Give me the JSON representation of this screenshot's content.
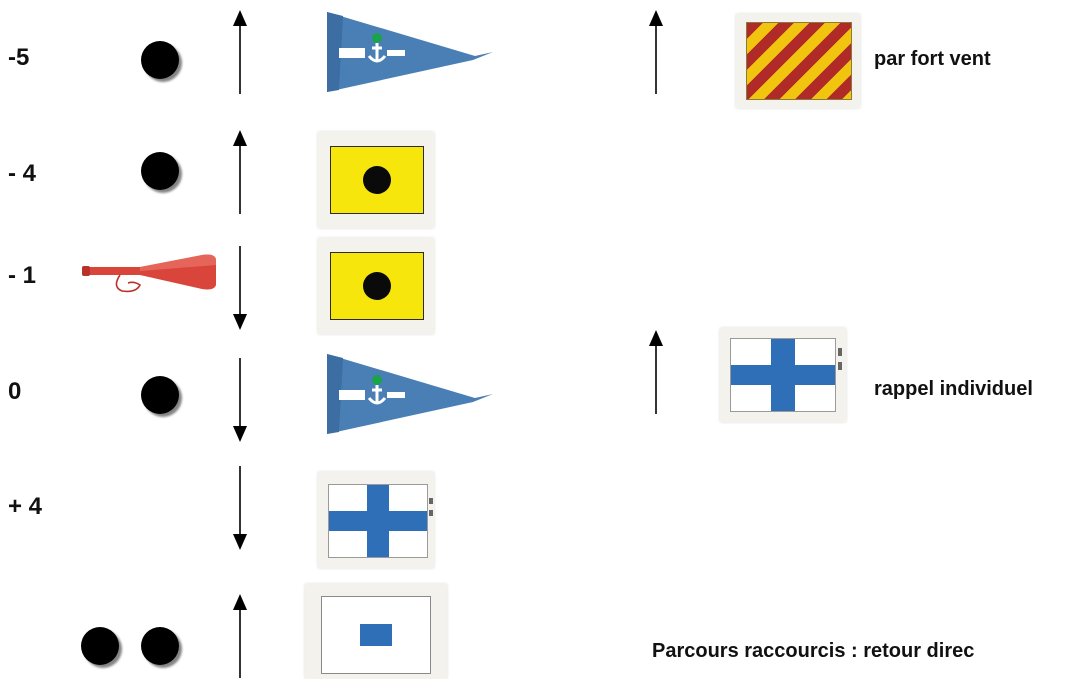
{
  "times": [
    "-5",
    "- 4",
    "- 1",
    "0",
    "+ 4"
  ],
  "captions": {
    "strong_wind": "par fort vent",
    "individual_recall": "rappel individuel",
    "shortened_course": "Parcours raccourcis : retour direc"
  },
  "signals": [
    {
      "time": "-5",
      "sound": "dot",
      "arrow": "up",
      "flag": "club-pennant"
    },
    {
      "time": "- 4",
      "sound": "dot",
      "arrow": "up",
      "flag": "flag-i"
    },
    {
      "time": "- 1",
      "sound": "horn",
      "arrow": "down",
      "flag": "flag-i"
    },
    {
      "time": "0",
      "sound": "dot",
      "arrow": "down",
      "flag": "club-pennant"
    },
    {
      "time": "+ 4",
      "sound": "none",
      "arrow": "down",
      "flag": "flag-x"
    },
    {
      "time": "",
      "sound": "two-dots",
      "arrow": "up",
      "flag": "flag-s"
    }
  ],
  "colors": {
    "flag_yellow": "#f6e60c",
    "flag_blue": "#2f6fb8",
    "pennant_blue": "#4a7fb5",
    "stripe_red": "#b02a28",
    "horn_red": "#d9453b"
  }
}
